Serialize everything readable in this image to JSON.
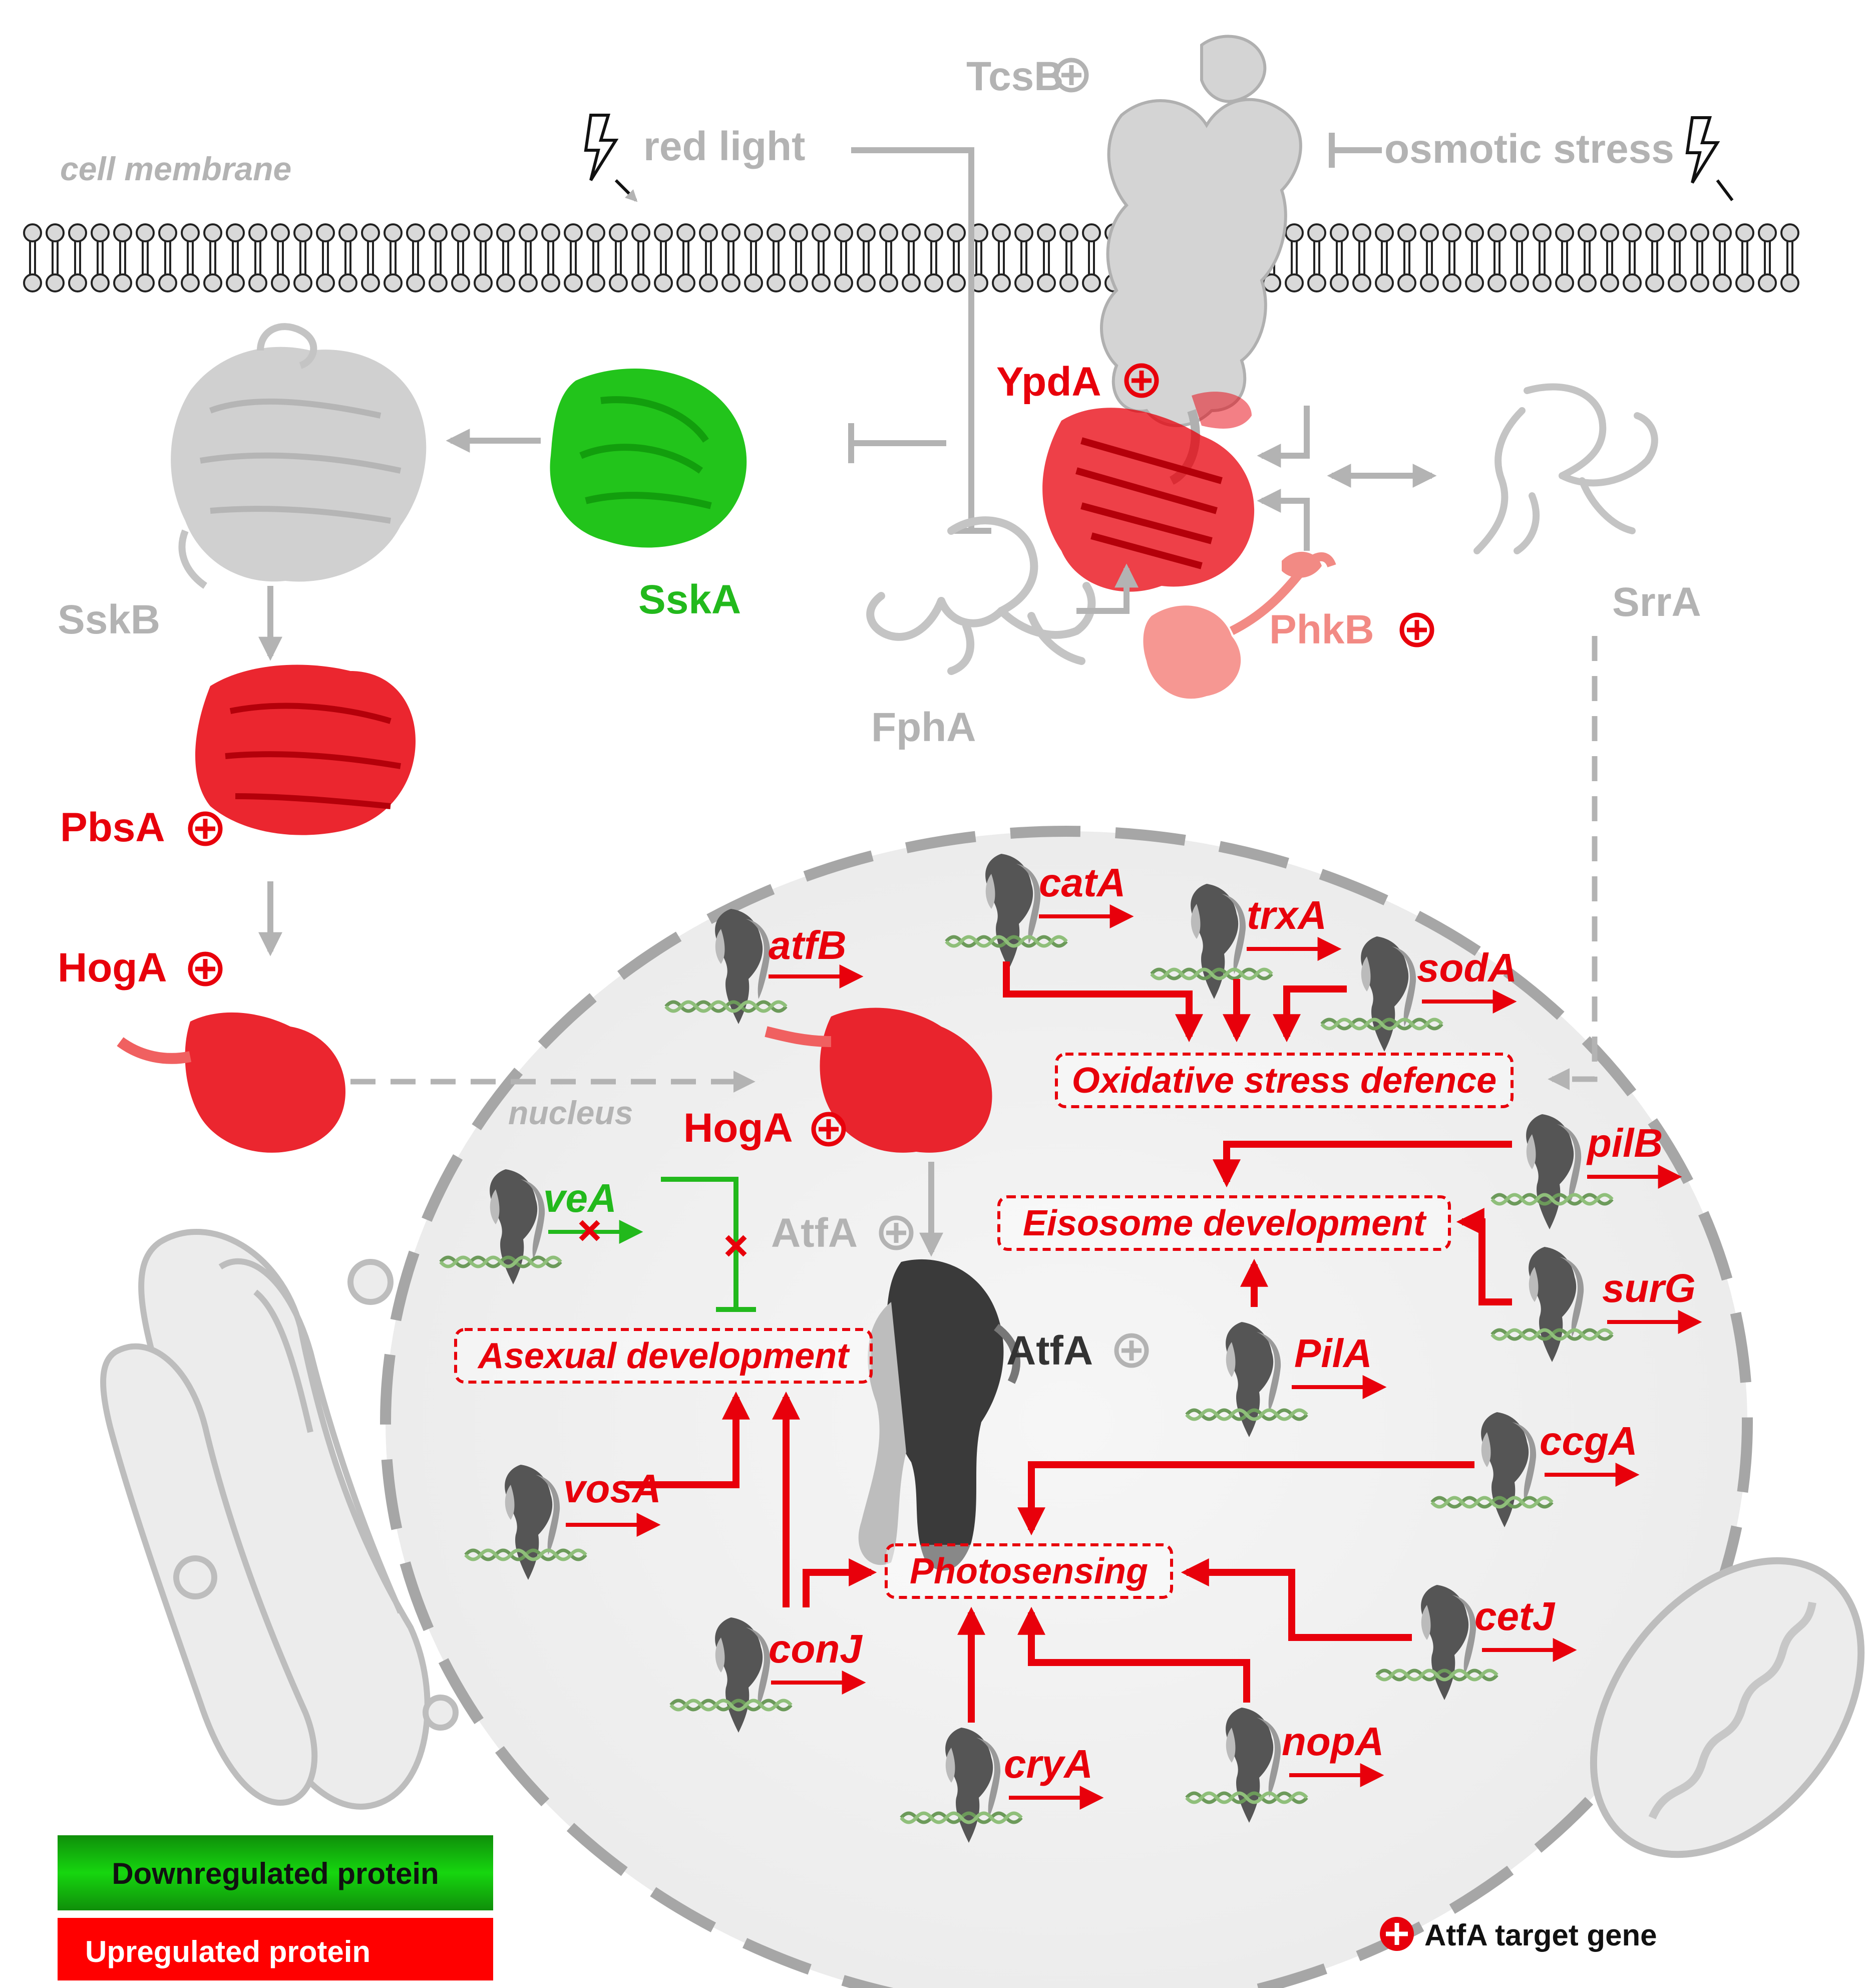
{
  "labels": {
    "cell_membrane": "cell membrane",
    "red_light": "red light",
    "osmotic_stress": "osmotic stress",
    "tcsb": "TcsB",
    "ypda": "YpdA",
    "sska": "SskA",
    "sskb": "SskB",
    "srra": "SrrA",
    "phkb": "PhkB",
    "fpha": "FphA",
    "pbsa": "PbsA",
    "hoga_cyto": "HogA",
    "hoga_nuc": "HogA",
    "nucleus": "nucleus",
    "atfa_top": "AtfA",
    "atfa_main": "AtfA"
  },
  "genes": {
    "catA": "catA",
    "trxA": "trxA",
    "sodA": "sodA",
    "atfB": "atfB",
    "pilB": "pilB",
    "surG": "surG",
    "veA": "veA",
    "PilA": "PilA",
    "vosA": "vosA",
    "ccgA": "ccgA",
    "conJ": "conJ",
    "cetJ": "cetJ",
    "cryA": "cryA",
    "nopA": "nopA"
  },
  "processes": {
    "oxidative": "Oxidative stress defence",
    "eisosome": "Eisosome development",
    "asexual": "Asexual development",
    "photosensing": "Photosensing"
  },
  "legend": {
    "down": "Downregulated protein",
    "up": "Upregulated protein",
    "target": "AtfA target gene"
  },
  "colors": {
    "upregulated": "#e8000b",
    "downregulated": "#22b91c",
    "neutral": "#b3b3b3",
    "dark": "#333333"
  }
}
